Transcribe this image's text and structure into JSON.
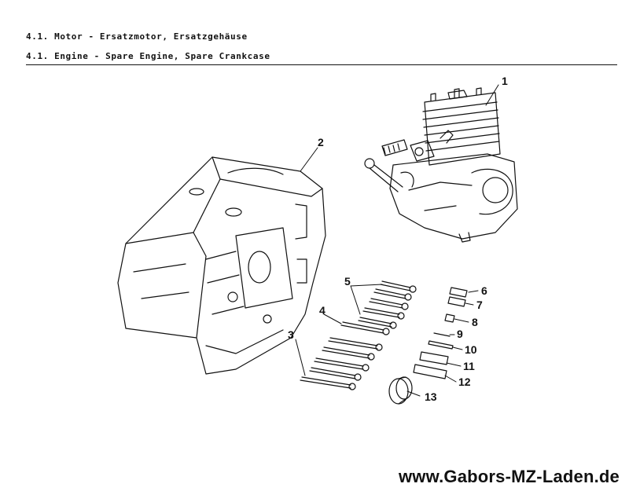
{
  "header": {
    "line_de": "4.1. Motor - Ersatzmotor, Ersatzgehäuse",
    "line_en": "4.1. Engine - Spare Engine, Spare Crankcase"
  },
  "callouts": [
    "1",
    "2",
    "3",
    "4",
    "5",
    "6",
    "7",
    "8",
    "9",
    "10",
    "11",
    "12",
    "13"
  ],
  "footer": {
    "website": "www.Gabors-MZ-Laden.de"
  }
}
